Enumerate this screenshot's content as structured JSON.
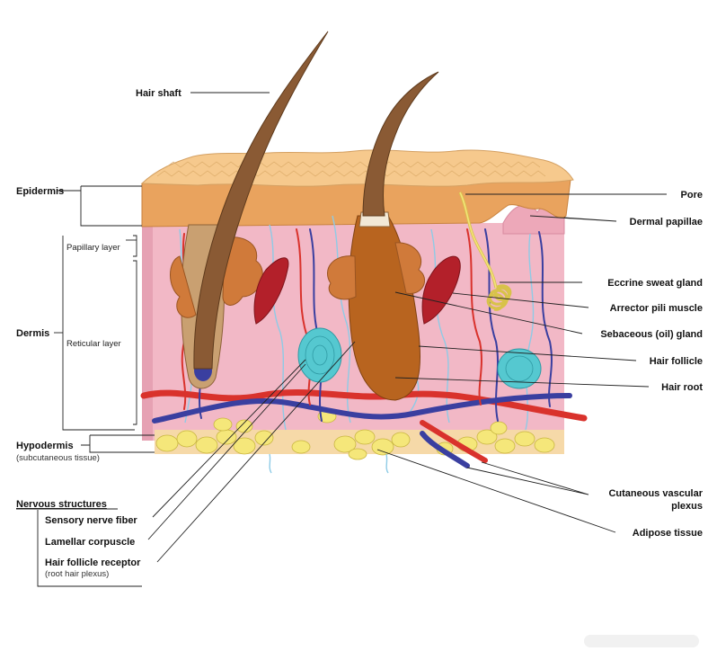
{
  "labels": {
    "hair_shaft": "Hair shaft",
    "epidermis": "Epidermis",
    "dermis": "Dermis",
    "papillary_layer": "Papillary layer",
    "reticular_layer": "Reticular layer",
    "hypodermis": "Hypodermis",
    "hypodermis_sub": "(subcutaneous tissue)",
    "nervous_structures": "Nervous structures",
    "sensory_nerve_fiber": "Sensory nerve fiber",
    "lamellar_corpuscle": "Lamellar corpuscle",
    "hair_follicle_receptor": "Hair follicle receptor",
    "hair_follicle_receptor_sub": "(root hair plexus)",
    "pore": "Pore",
    "dermal_papillae": "Dermal papillae",
    "eccrine_sweat_gland": "Eccrine sweat gland",
    "arrector_pili_muscle": "Arrector pili muscle",
    "sebaceous_gland": "Sebaceous (oil) gland",
    "hair_follicle": "Hair follicle",
    "hair_root": "Hair root",
    "cutaneous_vascular_plexus_1": "Cutaneous vascular",
    "cutaneous_vascular_plexus_2": "plexus",
    "adipose_tissue": "Adipose tissue"
  },
  "colors": {
    "epidermis": "#e9a35e",
    "stratum_corneum": "#f6c98d",
    "dermis": "#f2b8c6",
    "hair": "#7a4a2a",
    "follicle": "#b8641f",
    "sebaceous": "#d07a3a",
    "arrector_muscle": "#b3202a",
    "sweat_gland": "#f3e27a",
    "adipose": "#f5e77a",
    "artery": "#d9322c",
    "vein": "#3a3fa0",
    "nerve": "#8ecbe6",
    "corpuscle": "#55c8d0"
  }
}
